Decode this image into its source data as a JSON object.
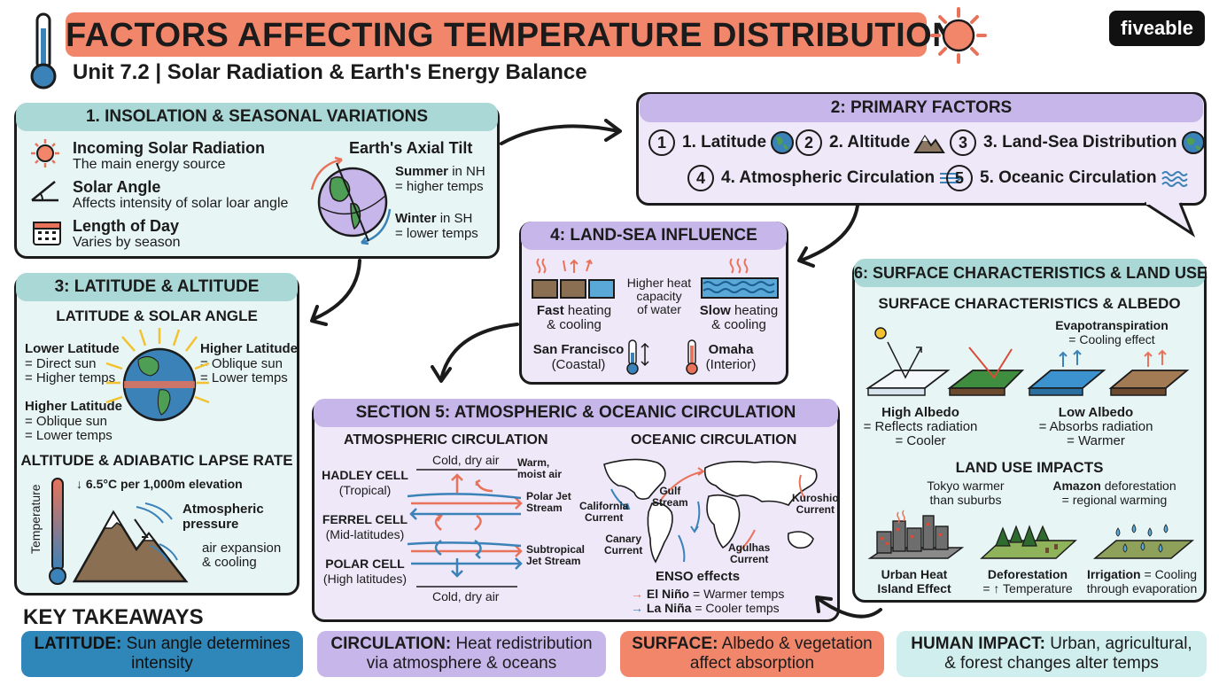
{
  "header": {
    "title": "FACTORS AFFECTING TEMPERATURE DISTRIBUTION",
    "subtitle": "Unit 7.2 | Solar Radiation & Earth's Energy Balance",
    "brand": "fiveable"
  },
  "insolation": {
    "title": "1. INSOLATION & SEASONAL VARIATIONS",
    "items": [
      {
        "label": "Incoming Solar Radiation",
        "desc": "The main energy source"
      },
      {
        "label": "Solar Angle",
        "desc": "Affects intensity of solar loar angle"
      },
      {
        "label": "Length of Day",
        "desc": "Varies by season"
      }
    ],
    "tilt_title": "Earth's Axial Tilt",
    "summer_label": "Summer",
    "summer_hemi": "in NH",
    "summer_desc": "= higher temps",
    "winter_label": "Winter",
    "winter_hemi": "in SH",
    "winter_desc": "= lower temps"
  },
  "primary": {
    "title": "2: PRIMARY FACTORS",
    "factors": [
      {
        "num": "1",
        "label": "1. Latitude"
      },
      {
        "num": "2",
        "label": "2. Altitude"
      },
      {
        "num": "3",
        "label": "3. Land-Sea Distribution"
      },
      {
        "num": "4",
        "label": "4. Atmospheric Circulation"
      },
      {
        "num": "5",
        "label": "5. Oceanic Circulation"
      }
    ]
  },
  "latitude": {
    "title": "3: LATITUDE & ALTITUDE",
    "sub1": "LATITUDE & SOLAR ANGLE",
    "lower_title": "Lower Latitude",
    "lower_l1": "= Direct sun",
    "lower_l2": "= Higher temps",
    "higher_title": "Higher Latitude",
    "higher_l1": "= Oblique sun",
    "higher_l2": "= Lower temps",
    "higher2_title": "Higher Latitude",
    "higher2_l1": "= Oblique sun",
    "higher2_l2": "= Lower temps",
    "sub2": "ALTITUDE & ADIABATIC LAPSE RATE",
    "lapse": "↓ 6.5°C per 1,000m elevation",
    "temp_axis": "Temperature",
    "pressure_title": "Atmospheric",
    "pressure_title2": "pressure",
    "expansion": "air expansion",
    "expansion2": "& cooling"
  },
  "landsea": {
    "title": "4: LAND-SEA INFLUENCE",
    "heat_cap": [
      "Higher heat",
      "capacity",
      "of water"
    ],
    "fast": "Fast",
    "fast_rest": "heating",
    "fast2": "& cooling",
    "slow": "Slow",
    "slow_rest": "heating",
    "slow2": "& cooling",
    "sf": "San Francisco",
    "sf_sub": "(Coastal)",
    "omaha": "Omaha",
    "omaha_sub": "(Interior)"
  },
  "circulation": {
    "title": "SECTION 5: ATMOSPHERIC & OCEANIC CIRCULATION",
    "atm_title": "ATMOSPHERIC CIRCULATION",
    "ocean_title": "OCEANIC CIRCULATION",
    "cells": [
      {
        "name": "HADLEY CELL",
        "sub": "(Tropical)"
      },
      {
        "name": "FERREL CELL",
        "sub": "(Mid-latitudes)"
      },
      {
        "name": "POLAR CELL",
        "sub": "(High latitudes)"
      }
    ],
    "cold_dry_top": "Cold, dry air",
    "warm_moist": [
      "Warm,",
      "moist air"
    ],
    "polar_jet": [
      "Polar Jet",
      "Stream"
    ],
    "subtropical_jet": [
      "Subtropical",
      "Jet Stream"
    ],
    "cold_dry_bottom": "Cold, dry air",
    "currents": {
      "gulf": [
        "Gulf",
        "Stream"
      ],
      "california": [
        "California",
        "Current"
      ],
      "kuroshio": [
        "Kuroshio",
        "Current"
      ],
      "canary": [
        "Canary",
        "Current"
      ],
      "agulhas": [
        "Agulhas",
        "Current"
      ]
    },
    "enso_title": "ENSO effects",
    "el_nino": "El Niño",
    "el_nino_desc": "= Warmer temps",
    "la_nina": "La Niña",
    "la_nina_desc": "= Cooler temps"
  },
  "surface": {
    "title": "6: SURFACE CHARACTERISTICS & LAND USE",
    "sub1": "SURFACE CHARACTERISTICS & ALBEDO",
    "evapo_title": "Evapotranspiration",
    "evapo_desc": "= Cooling effect",
    "high_albedo": "High Albedo",
    "high_l1": "= Reflects radiation",
    "high_l2": "= Cooler",
    "low_albedo": "Low Albedo",
    "low_l1": "= Absorbs radiation",
    "low_l2": "= Warmer",
    "sub2": "LAND USE IMPACTS",
    "tokyo": [
      "Tokyo warmer",
      "than suburbs"
    ],
    "amazon_b": "Amazon",
    "amazon_rest": "deforestation",
    "amazon_l2": "= regional warming",
    "uhi": [
      "Urban Heat",
      "Island Effect"
    ],
    "defor": "Deforestation",
    "defor_l2": "= ↑ Temperature",
    "irrig": "Irrigation",
    "irrig_rest": "= Cooling",
    "irrig_l2": "through evaporation"
  },
  "takeaways": {
    "title": "KEY TAKEAWAYS",
    "items": [
      {
        "key": "LATITUDE:",
        "text": "Sun angle determines intensity",
        "color": "#2f86b8"
      },
      {
        "key": "CIRCULATION:",
        "text": "Heat redistribution via atmosphere & oceans",
        "color": "#c7b6ea"
      },
      {
        "key": "SURFACE:",
        "text": "Albedo & vegetation affect absorption",
        "color": "#f2866b"
      },
      {
        "key": "HUMAN IMPACT:",
        "text": "Urban, agricultural, & forest changes alter temps",
        "color": "#cfeeed"
      }
    ]
  },
  "colors": {
    "title_bg": "#f2866b",
    "teal_hdr": "#a9d8d6",
    "lavender_hdr": "#c7b6ea",
    "warm": "#e8735a",
    "cool": "#3b82b8"
  }
}
